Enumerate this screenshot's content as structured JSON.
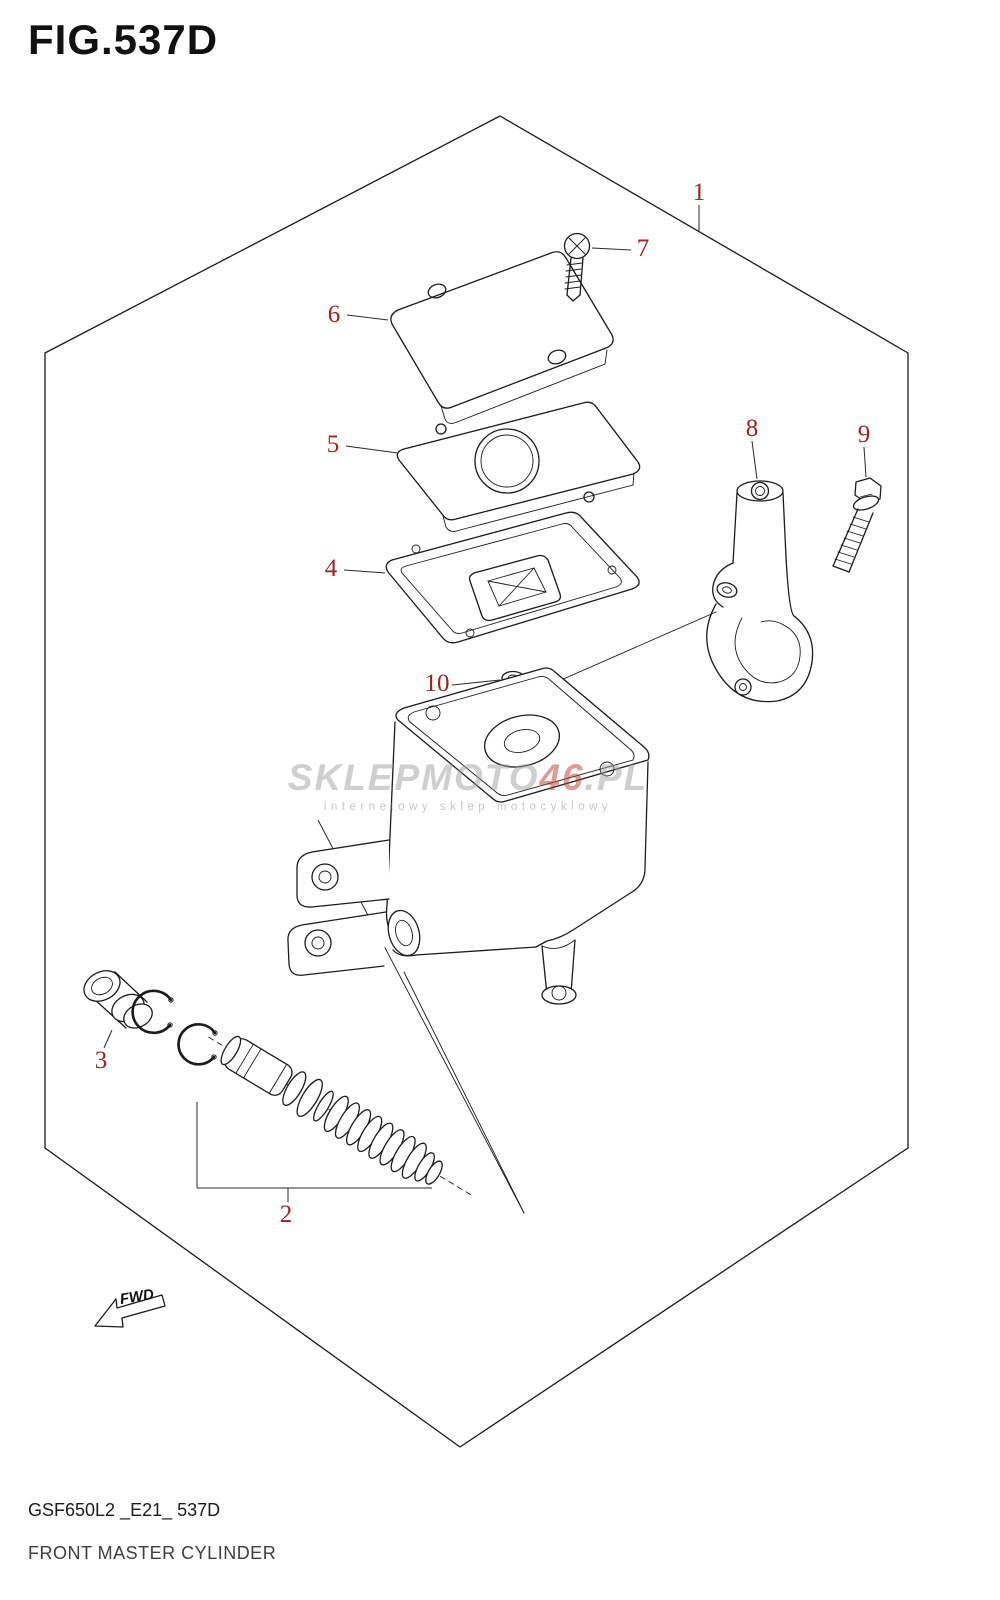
{
  "page": {
    "title": "FIG.537D"
  },
  "figure": {
    "code": "GSF650L2 _E21_ 537D",
    "caption": "FRONT MASTER CYLINDER"
  },
  "watermark": {
    "main_left": "SKLEPMOTO",
    "main_accent": "46",
    "main_right": ".PL",
    "subtitle": "internetowy sklep motocyklowy"
  },
  "fwd": {
    "label": "FWD"
  },
  "callouts": [
    {
      "num": "1"
    },
    {
      "num": "2"
    },
    {
      "num": "3"
    },
    {
      "num": "4"
    },
    {
      "num": "5"
    },
    {
      "num": "6"
    },
    {
      "num": "7"
    },
    {
      "num": "8"
    },
    {
      "num": "9"
    },
    {
      "num": "10"
    }
  ],
  "colors": {
    "callout": "#9b2420",
    "line": "#1c1c1c",
    "watermark_gray": "#a0a0a0",
    "watermark_accent": "#c0392b"
  }
}
